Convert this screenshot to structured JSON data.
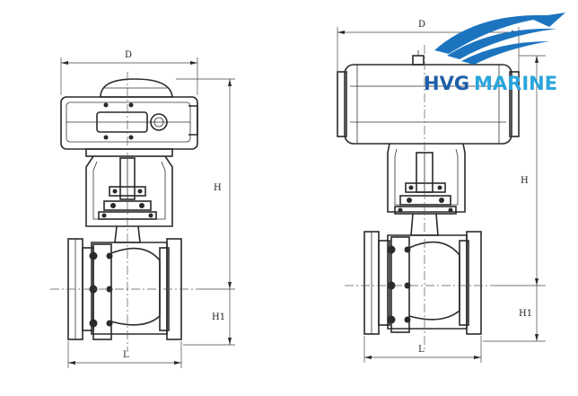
{
  "drawing": {
    "left_valve": {
      "dim_top_width": "D",
      "dim_height": "H",
      "dim_centerline_height": "H1",
      "dim_face_length": "L"
    },
    "right_valve": {
      "dim_top_width": "D",
      "dim_height": "H",
      "dim_centerline_height": "H1",
      "dim_face_length": "L"
    }
  },
  "logo": {
    "text_hvg": "HVG",
    "text_marine": "MARINE",
    "color_hvg": "#1f5fa8",
    "color_marine": "#2aa5dc",
    "swoosh_color": "#1c74bf"
  }
}
